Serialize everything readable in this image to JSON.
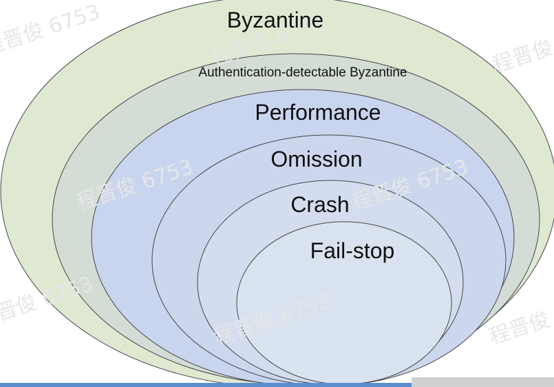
{
  "diagram": {
    "levels": [
      {
        "label": "Byzantine",
        "fill": "#dfe9d2"
      },
      {
        "label": "Authentication-detectable Byzantine",
        "fill": "#d3ddd6"
      },
      {
        "label": "Performance",
        "fill": "#c9d5ef"
      },
      {
        "label": "Omission",
        "fill": "#ccd7ee"
      },
      {
        "label": "Crash",
        "fill": "#d3ddef"
      },
      {
        "label": "Fail-stop",
        "fill": "#d9e3ef"
      }
    ],
    "watermark": "程晋俊 6753"
  },
  "colors": {
    "outline": "#444444",
    "bottom_bar": "#5a8fd0"
  }
}
